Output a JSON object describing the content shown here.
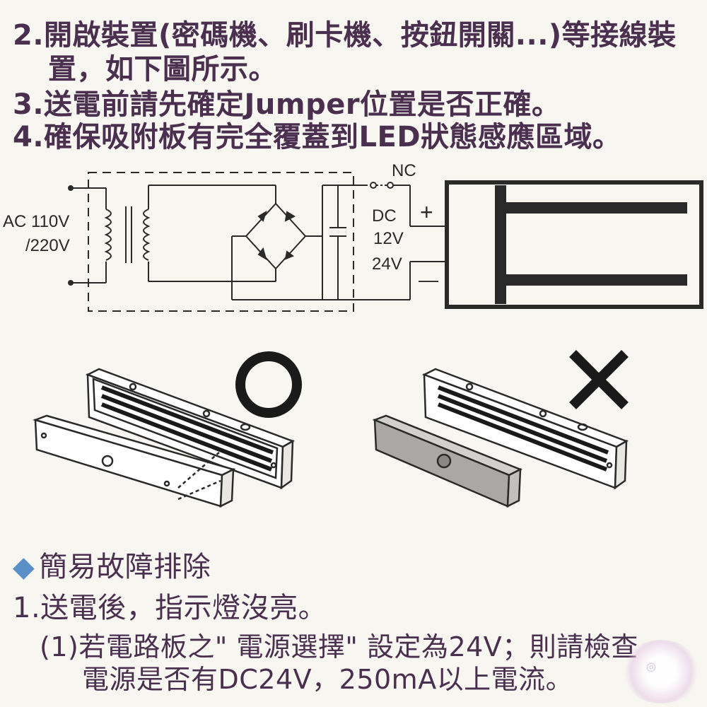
{
  "instructions": {
    "line1": "2.開啟裝置(密碼機、刷卡機、按鈕開關...)等接線裝",
    "line1_cont": "置，如下圖所示。",
    "line2": "3.送電前請先確定Jumper位置是否正確。",
    "line3": "4.確保吸附板有完全覆蓋到LED狀態感應區域。"
  },
  "diagram": {
    "ac_label_1": "AC 110V",
    "ac_label_2": "/220V",
    "nc_label": "NC",
    "dc_label": "DC",
    "v12_label": "12V",
    "v24_label": "24V",
    "plus_label": "+",
    "minus_label": "—"
  },
  "troubleshooting": {
    "title": "簡易故障排除",
    "bullet": "◆",
    "item1": "1.送電後，指示燈沒亮。",
    "item1_sub_line1": "(1)若電路板之\" 電源選擇\" 設定為24V；則請檢查",
    "item1_sub_line2": "電源是否有DC24V，250mA以上電流。"
  },
  "colors": {
    "text": "#4a2f4f",
    "accent": "#5a8fc8",
    "line": "#2a2a2a"
  }
}
